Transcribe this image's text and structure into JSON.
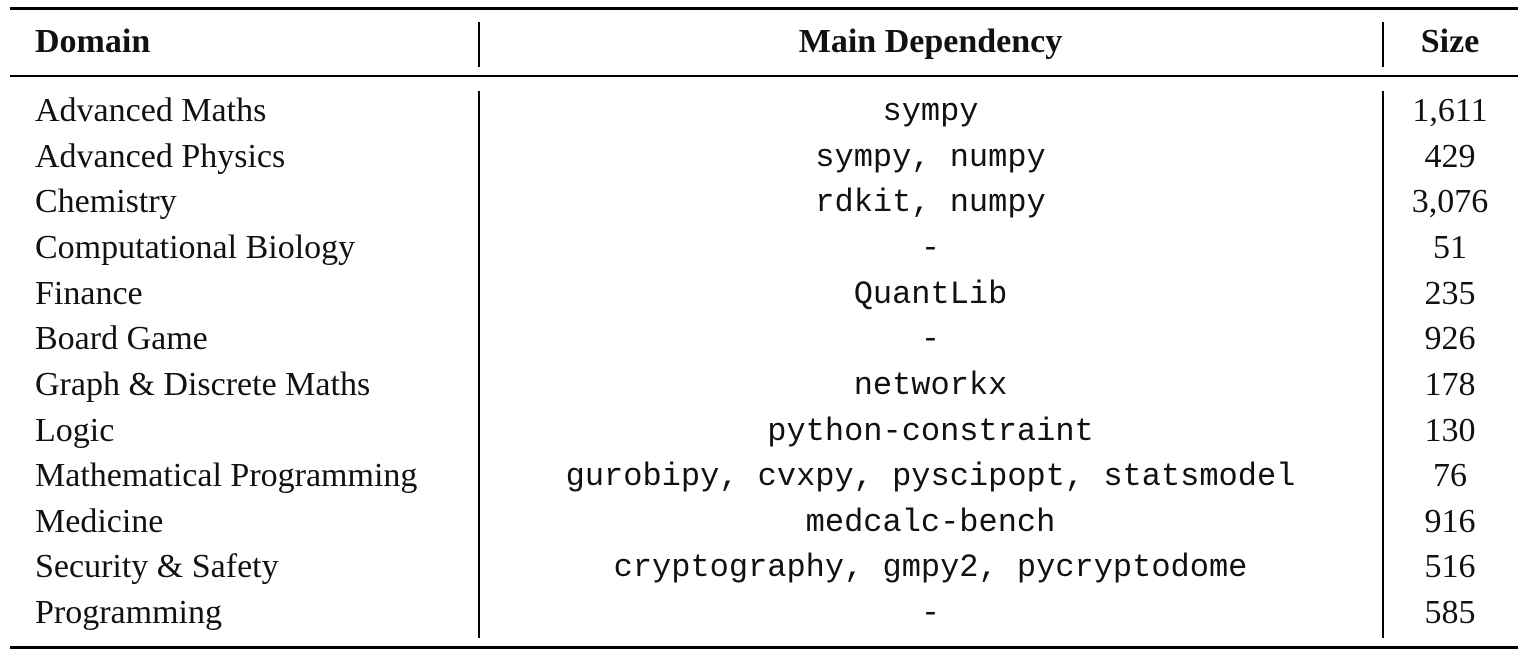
{
  "table": {
    "headers": {
      "domain": "Domain",
      "dependency": "Main Dependency",
      "size": "Size"
    },
    "rows": [
      {
        "domain": "Advanced Maths",
        "dependency": "sympy",
        "size": "1,611"
      },
      {
        "domain": "Advanced Physics",
        "dependency": "sympy, numpy",
        "size": "429"
      },
      {
        "domain": "Chemistry",
        "dependency": "rdkit, numpy",
        "size": "3,076"
      },
      {
        "domain": "Computational Biology",
        "dependency": "-",
        "size": "51"
      },
      {
        "domain": "Finance",
        "dependency": "QuantLib",
        "size": "235"
      },
      {
        "domain": "Board Game",
        "dependency": "-",
        "size": "926"
      },
      {
        "domain": "Graph & Discrete Maths",
        "dependency": "networkx",
        "size": "178"
      },
      {
        "domain": "Logic",
        "dependency": "python-constraint",
        "size": "130"
      },
      {
        "domain": "Mathematical Programming",
        "dependency": "gurobipy, cvxpy, pyscipopt, statsmodel",
        "size": "76"
      },
      {
        "domain": "Medicine",
        "dependency": "medcalc-bench",
        "size": "916"
      },
      {
        "domain": "Security & Safety",
        "dependency": "cryptography, gmpy2, pycryptodome",
        "size": "516"
      },
      {
        "domain": "Programming",
        "dependency": "-",
        "size": "585"
      }
    ]
  }
}
